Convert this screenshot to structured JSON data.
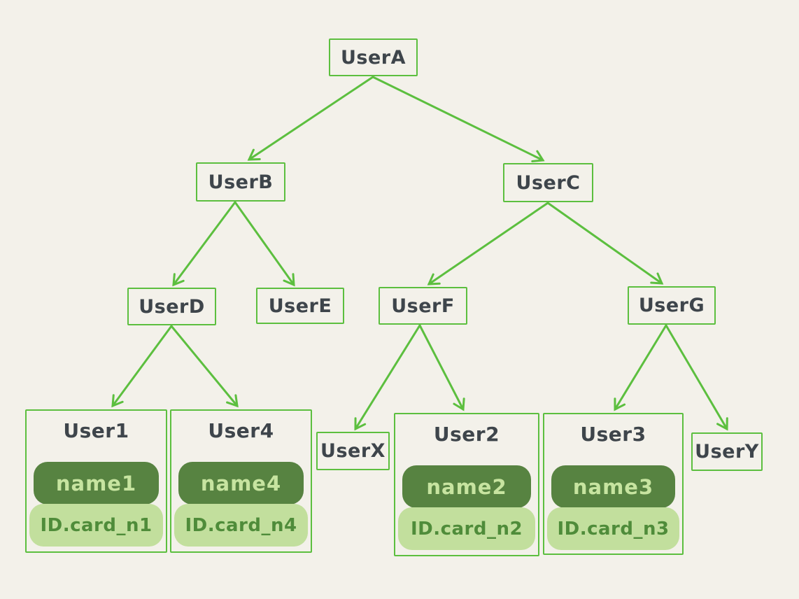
{
  "diagram": {
    "title": "user-tree-diagram",
    "colors": {
      "background": "#f3f1ea",
      "accent_green": "#5cbf3f",
      "node_text": "#3e454b",
      "pill_dark_bg": "#578341",
      "pill_dark_text": "#c7e4a0",
      "pill_light_bg": "#c2df9d",
      "pill_light_text": "#4f8c3a"
    },
    "nodes": {
      "userA": {
        "label": "UserA"
      },
      "userB": {
        "label": "UserB"
      },
      "userC": {
        "label": "UserC"
      },
      "userD": {
        "label": "UserD"
      },
      "userE": {
        "label": "UserE"
      },
      "userF": {
        "label": "UserF"
      },
      "userG": {
        "label": "UserG"
      },
      "userX": {
        "label": "UserX"
      },
      "userY": {
        "label": "UserY"
      }
    },
    "cards": {
      "user1": {
        "title": "User1",
        "name": "name1",
        "id_card": "ID.card_n1"
      },
      "user4": {
        "title": "User4",
        "name": "name4",
        "id_card": "ID.card_n4"
      },
      "user2": {
        "title": "User2",
        "name": "name2",
        "id_card": "ID.card_n2"
      },
      "user3": {
        "title": "User3",
        "name": "name3",
        "id_card": "ID.card_n3"
      }
    },
    "edges": [
      {
        "from": "UserA",
        "to": "UserB"
      },
      {
        "from": "UserA",
        "to": "UserC"
      },
      {
        "from": "UserB",
        "to": "UserD"
      },
      {
        "from": "UserB",
        "to": "UserE"
      },
      {
        "from": "UserC",
        "to": "UserF"
      },
      {
        "from": "UserC",
        "to": "UserG"
      },
      {
        "from": "UserD",
        "to": "User1"
      },
      {
        "from": "UserD",
        "to": "User4"
      },
      {
        "from": "UserF",
        "to": "UserX"
      },
      {
        "from": "UserF",
        "to": "User2"
      },
      {
        "from": "UserG",
        "to": "User3"
      },
      {
        "from": "UserG",
        "to": "UserY"
      }
    ]
  }
}
